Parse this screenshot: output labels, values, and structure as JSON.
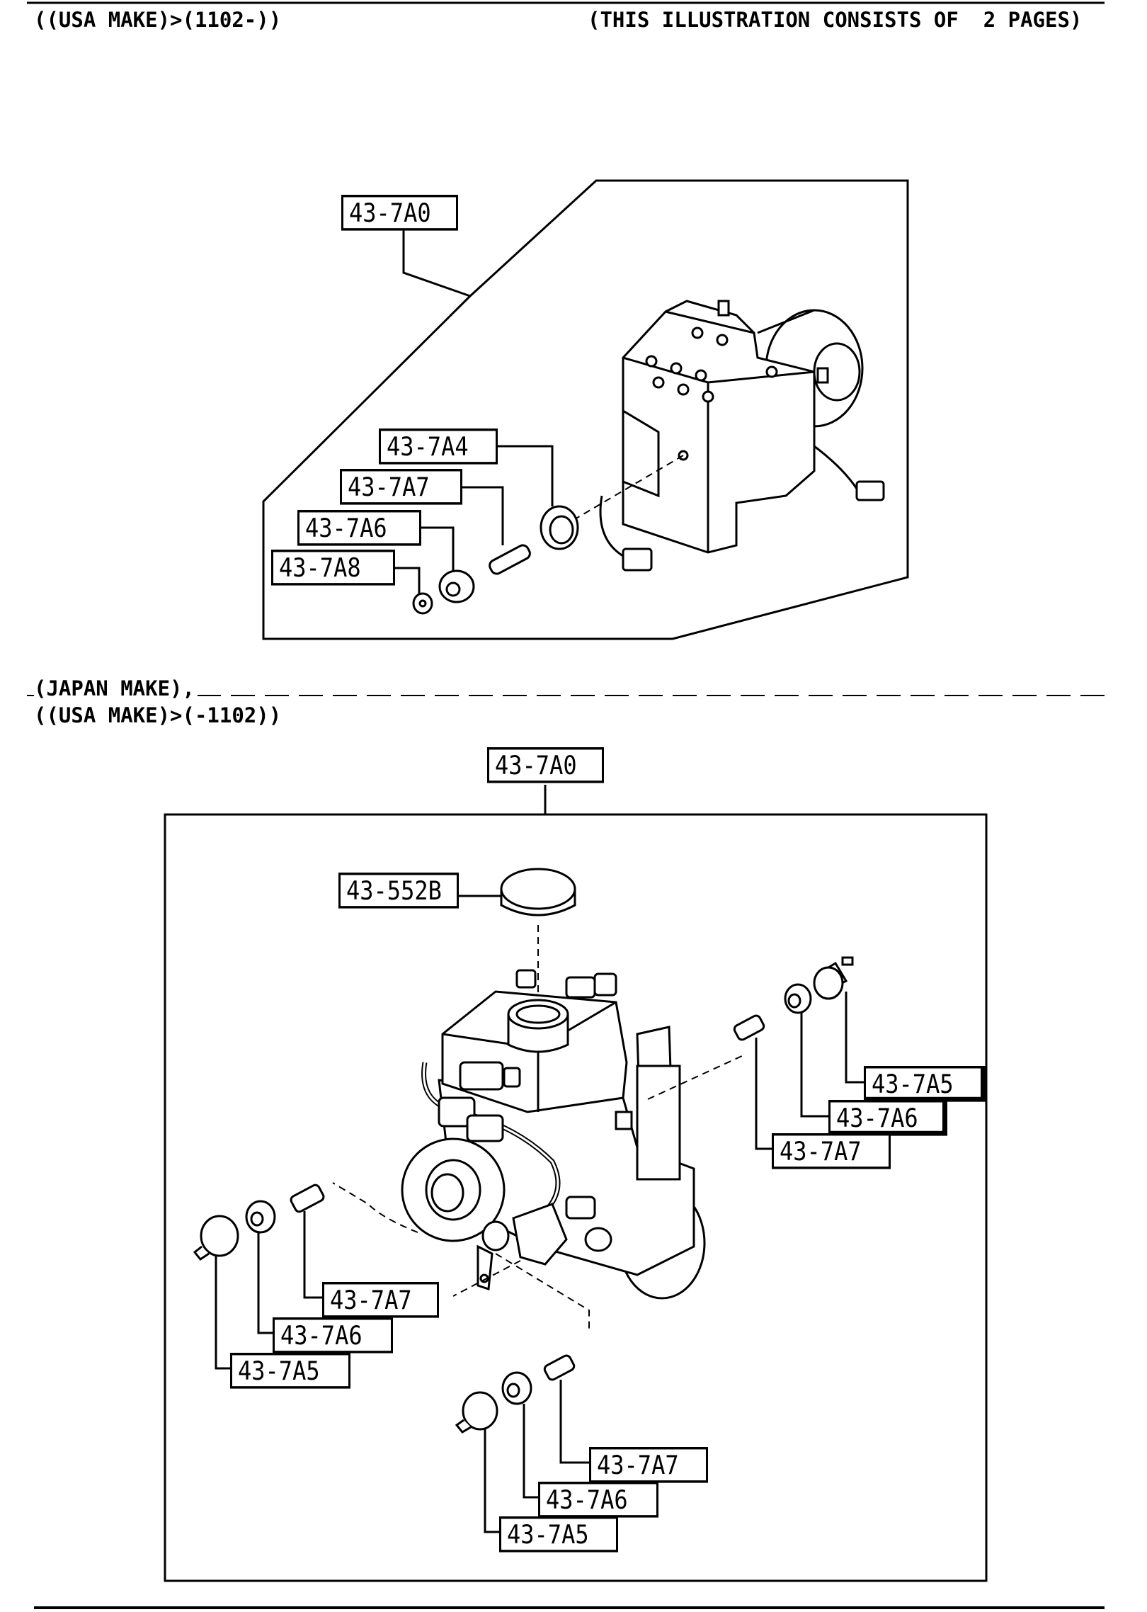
{
  "header": {
    "left": "((USA MAKE)>(1102-))",
    "right": "(THIS ILLUSTRATION CONSISTS OF  2 PAGES)"
  },
  "section_top": {
    "assembly_callout": "43-7A0",
    "callouts": [
      "43-7A4",
      "43-7A7",
      "43-7A6",
      "43-7A8"
    ]
  },
  "section_bottom": {
    "heading_line1": "(JAPAN MAKE),",
    "heading_line2": "((USA MAKE)>(-1102))",
    "assembly_callout": "43-7A0",
    "cap_callout": "43-552B",
    "right_group": [
      "43-7A5",
      "43-7A6",
      "43-7A7"
    ],
    "left_group": [
      "43-7A7",
      "43-7A6",
      "43-7A5"
    ],
    "lower_group": [
      "43-7A7",
      "43-7A6",
      "43-7A5"
    ]
  }
}
